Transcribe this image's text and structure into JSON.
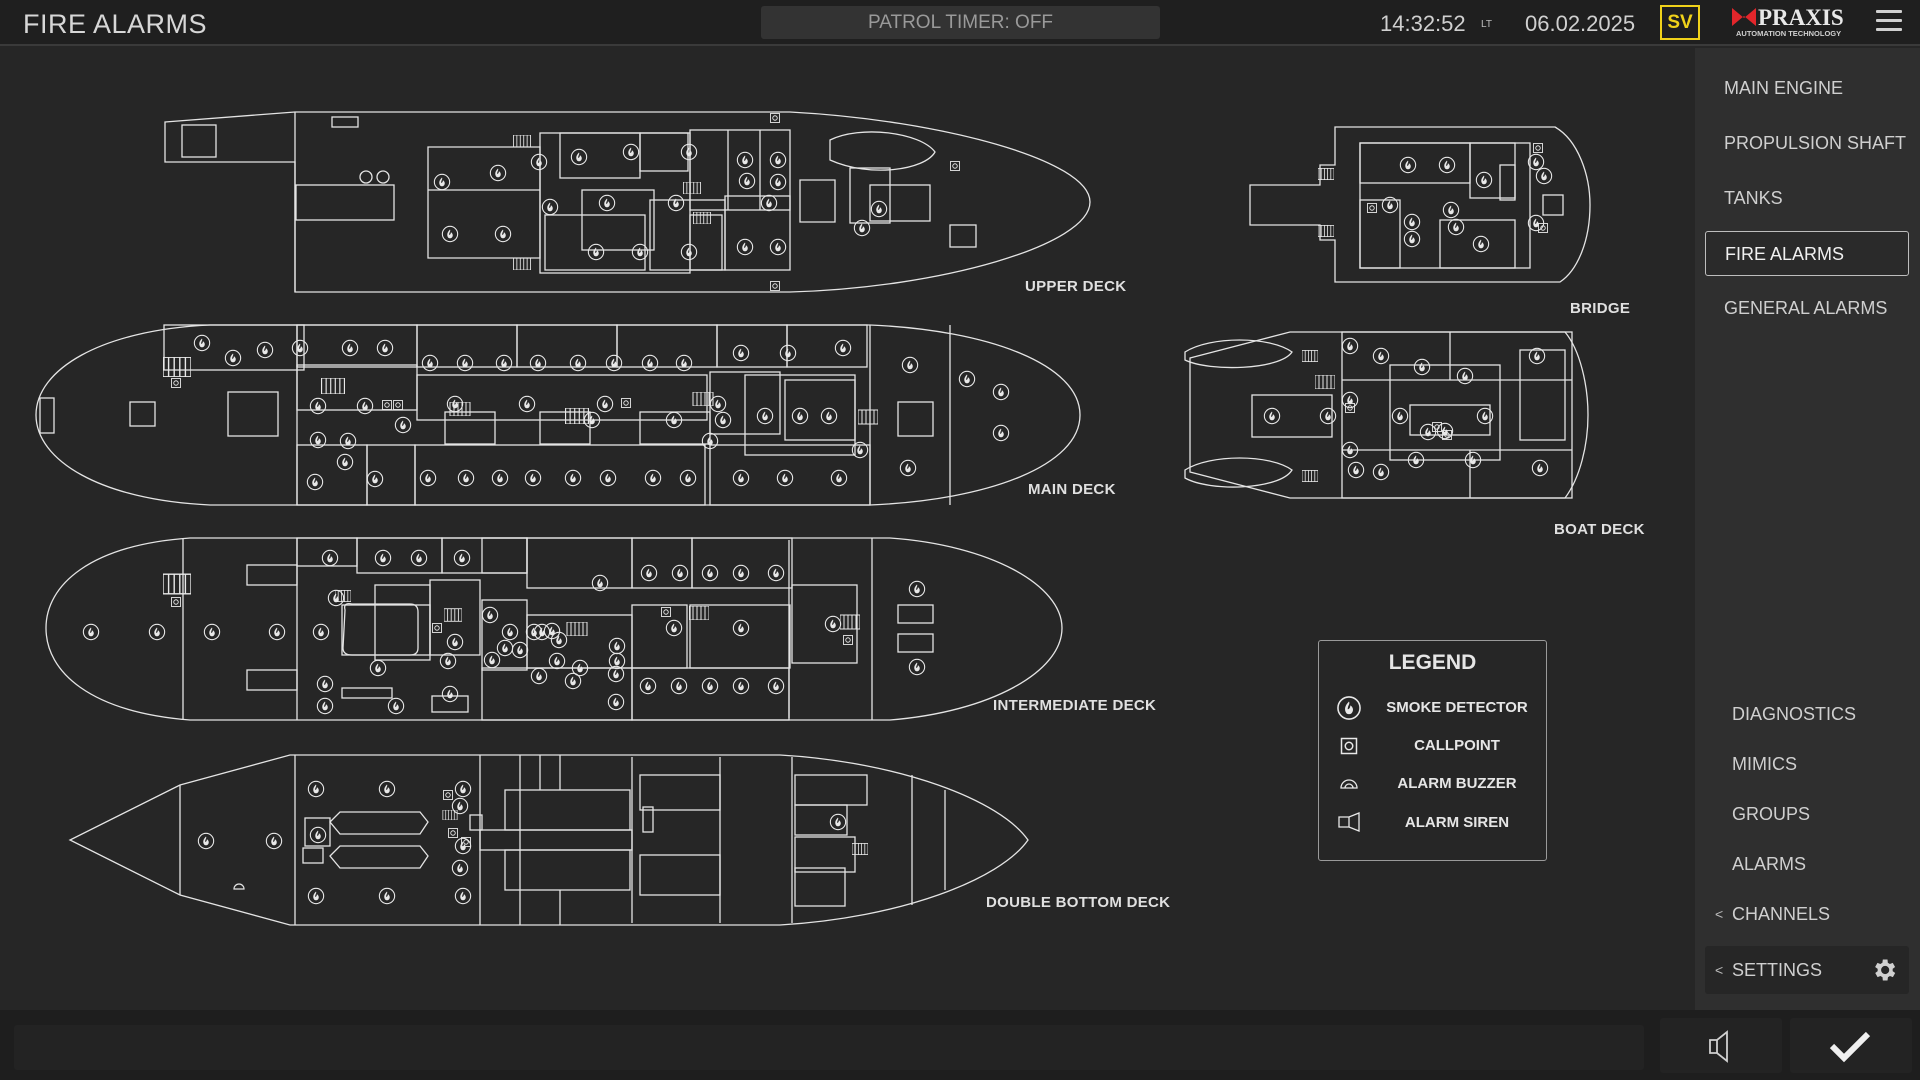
{
  "header": {
    "title": "FIRE ALARMS",
    "patrol_timer": "PATROL TIMER: OFF",
    "time": "14:32:52",
    "time_zone": "LT",
    "date": "06.02.2025",
    "user_badge": "SV",
    "logo_text": "PRAXIS",
    "logo_subtext": "AUTOMATION TECHNOLOGY",
    "accent_color": "#f0d21a",
    "logo_color": "#e3262b"
  },
  "decks": {
    "upper": "UPPER DECK",
    "main": "MAIN DECK",
    "intermediate": "INTERMEDIATE DECK",
    "double_bottom": "DOUBLE BOTTOM DECK",
    "bridge": "BRIDGE",
    "boat": "BOAT DECK"
  },
  "legend": {
    "title": "LEGEND",
    "items": [
      {
        "icon": "smoke-detector-icon",
        "label": "SMOKE DETECTOR"
      },
      {
        "icon": "callpoint-icon",
        "label": "CALLPOINT"
      },
      {
        "icon": "alarm-buzzer-icon",
        "label": "ALARM  BUZZER"
      },
      {
        "icon": "alarm-siren-icon",
        "label": "ALARM SIREN"
      }
    ]
  },
  "sidebar": {
    "nav": [
      "MAIN ENGINE",
      "PROPULSION SHAFT",
      "TANKS",
      "FIRE ALARMS",
      "GENERAL ALARMS"
    ],
    "active": "FIRE ALARMS",
    "bottom": [
      "DIAGNOSTICS",
      "MIMICS",
      "GROUPS",
      "ALARMS"
    ],
    "channels": "CHANNELS",
    "settings": "SETTINGS"
  }
}
